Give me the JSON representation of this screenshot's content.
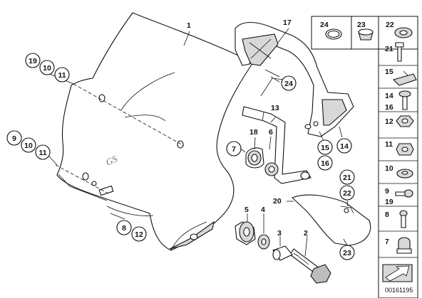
{
  "windshield_logo": "GS",
  "labels": {
    "l1": "1",
    "l2": "2",
    "l3": "3",
    "l4": "4",
    "l5": "5",
    "l6": "6",
    "l13": "13",
    "l17": "17",
    "l18": "18",
    "l20": "20"
  },
  "circled": {
    "c7": "7",
    "c8": "8",
    "c9": "9",
    "c10a": "10",
    "c10b": "10",
    "c11a": "11",
    "c11b": "11",
    "c12": "12",
    "c14": "14",
    "c15": "15",
    "c16": "16",
    "c19": "19",
    "c21": "21",
    "c22": "22",
    "c23": "23",
    "c24": "24"
  },
  "sidebar": {
    "top": [
      "24",
      "23",
      "22"
    ],
    "rows": [
      [
        "21"
      ],
      [
        "15"
      ],
      [
        "14",
        "16"
      ],
      [
        "12"
      ],
      [
        "11"
      ],
      [
        "10"
      ],
      [
        "9",
        "19"
      ],
      [
        "8"
      ],
      [
        "7"
      ]
    ]
  },
  "footer": {
    "code": "00161195"
  }
}
